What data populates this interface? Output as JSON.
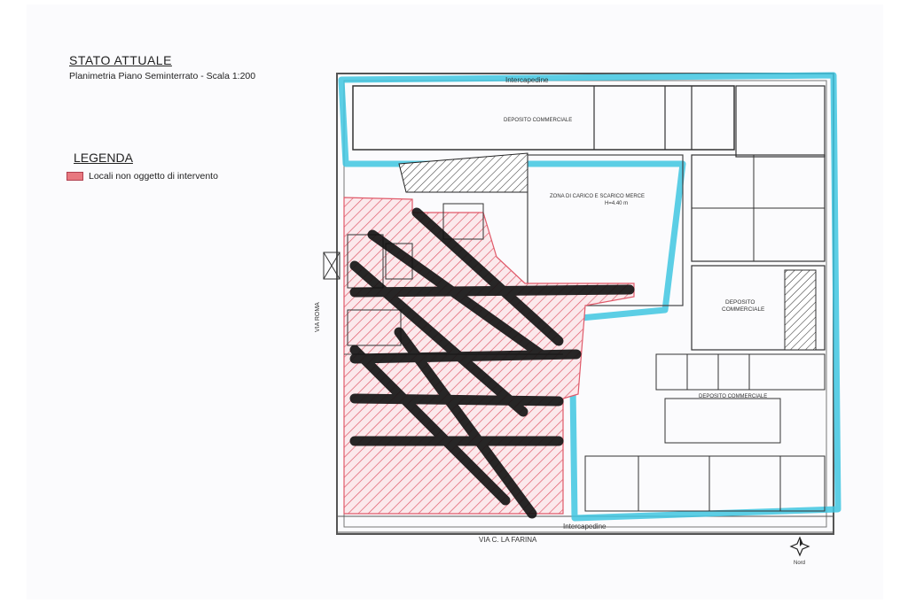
{
  "header": {
    "title": "STATO  ATTUALE",
    "subtitle": "Planimetria Piano Seminterrato  - Scala 1:200"
  },
  "legend": {
    "title": "LEGENDA",
    "items": [
      {
        "label": "Locali non oggetto di intervento",
        "color": "#e8787f"
      }
    ]
  },
  "plan": {
    "top_label": "Intercapedine",
    "bottom_label": "Intercapedine",
    "street_bottom": "VIA C. LA FARINA",
    "street_left": "VIA ROMA",
    "room_top": "DEPOSITO COMMERCIALE",
    "room_loading": "ZONA DI CARICO E SCARICO MERCE",
    "room_loading_h": "H=4.40 m",
    "room_right": "DEPOSITO",
    "room_right_2": "COMMERCIALE",
    "room_bottom_right": "DEPOSITO COMMERCIALE",
    "north": "Nord",
    "colors": {
      "highlight": "#3fc6e0",
      "hatch": "#e05a6a",
      "ink": "#111111"
    }
  }
}
